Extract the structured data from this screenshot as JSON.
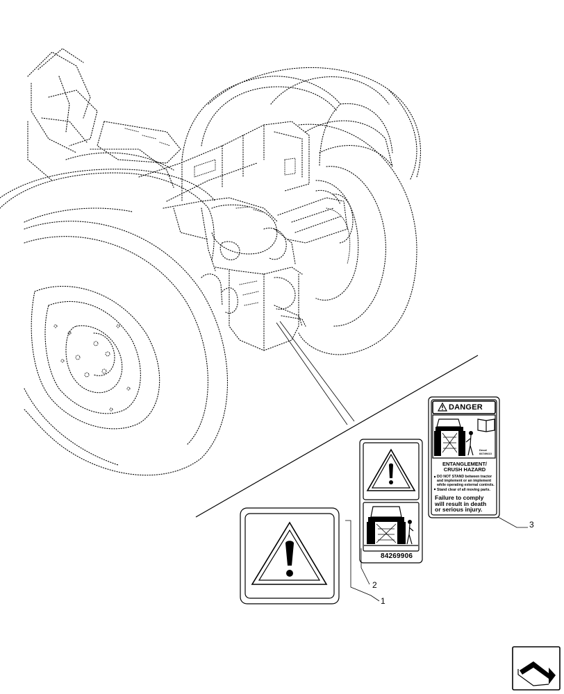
{
  "callouts": [
    {
      "number": "1"
    },
    {
      "number": "2"
    },
    {
      "number": "3"
    }
  ],
  "decal_2": {
    "part_number": "84269906"
  },
  "decal_3": {
    "header": "DANGER",
    "title_line1": "ENTANGLEMENT/",
    "title_line2": "CRUSH HAZARD",
    "bullet_1_line1": "DO NOT STAND between tractor",
    "bullet_1_line2": "and implement or an implement",
    "bullet_1_line3": "while operating external controls.",
    "bullet_2": "Stand clear of all moving parts.",
    "fail_line1": "Failure to comply",
    "fail_line2": "will result in death",
    "fail_line3": "or serious injury.",
    "code_line1": "Decal",
    "code_line2": "84749413"
  },
  "icons": {
    "navigation": "next-page-arrow-icon",
    "warning": "warning-triangle-icon"
  }
}
